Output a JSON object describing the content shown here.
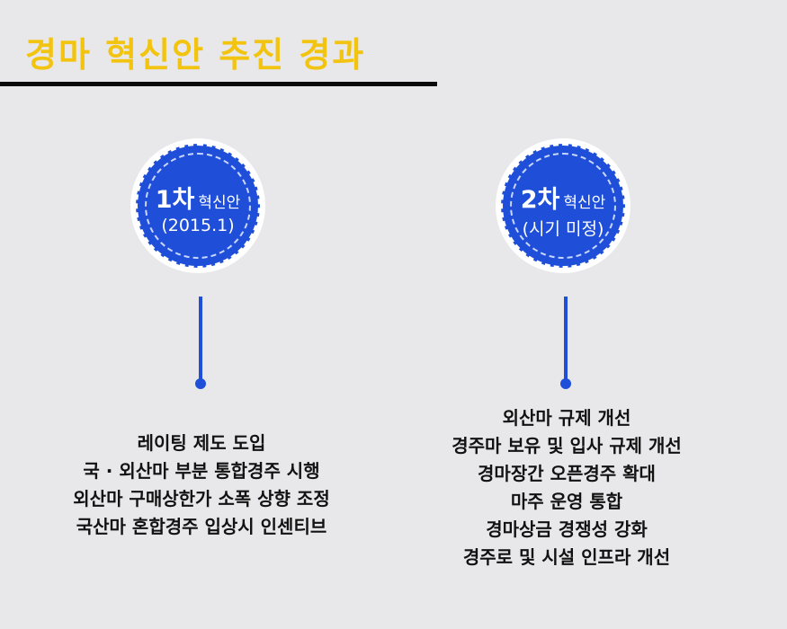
{
  "title": "경마 혁신안 추진 경과",
  "stages": [
    {
      "number": "1차",
      "word": "혁신안",
      "date": "(2015.1)",
      "items": [
        "레이팅 제도 도입",
        "국 · 외산마 부분 통합경주 시행",
        "외산마 구매상한가 소폭 상향 조정",
        "국산마 혼합경주 입상시 인센티브"
      ]
    },
    {
      "number": "2차",
      "word": "혁신안",
      "date": "(시기 미정)",
      "items": [
        "외산마 규제 개선",
        "경주마 보유 및 입사 규제 개선",
        "경마장간 오픈경주 확대",
        "마주 운영 통합",
        "경마상금 경쟁성 강화",
        "경주로 및 시설 인프라 개선"
      ]
    }
  ],
  "colors": {
    "background": "#e8e8ea",
    "title": "#f2c40f",
    "rule": "#0a0a0a",
    "circle": "#1f4fd9",
    "text": "#121212"
  }
}
